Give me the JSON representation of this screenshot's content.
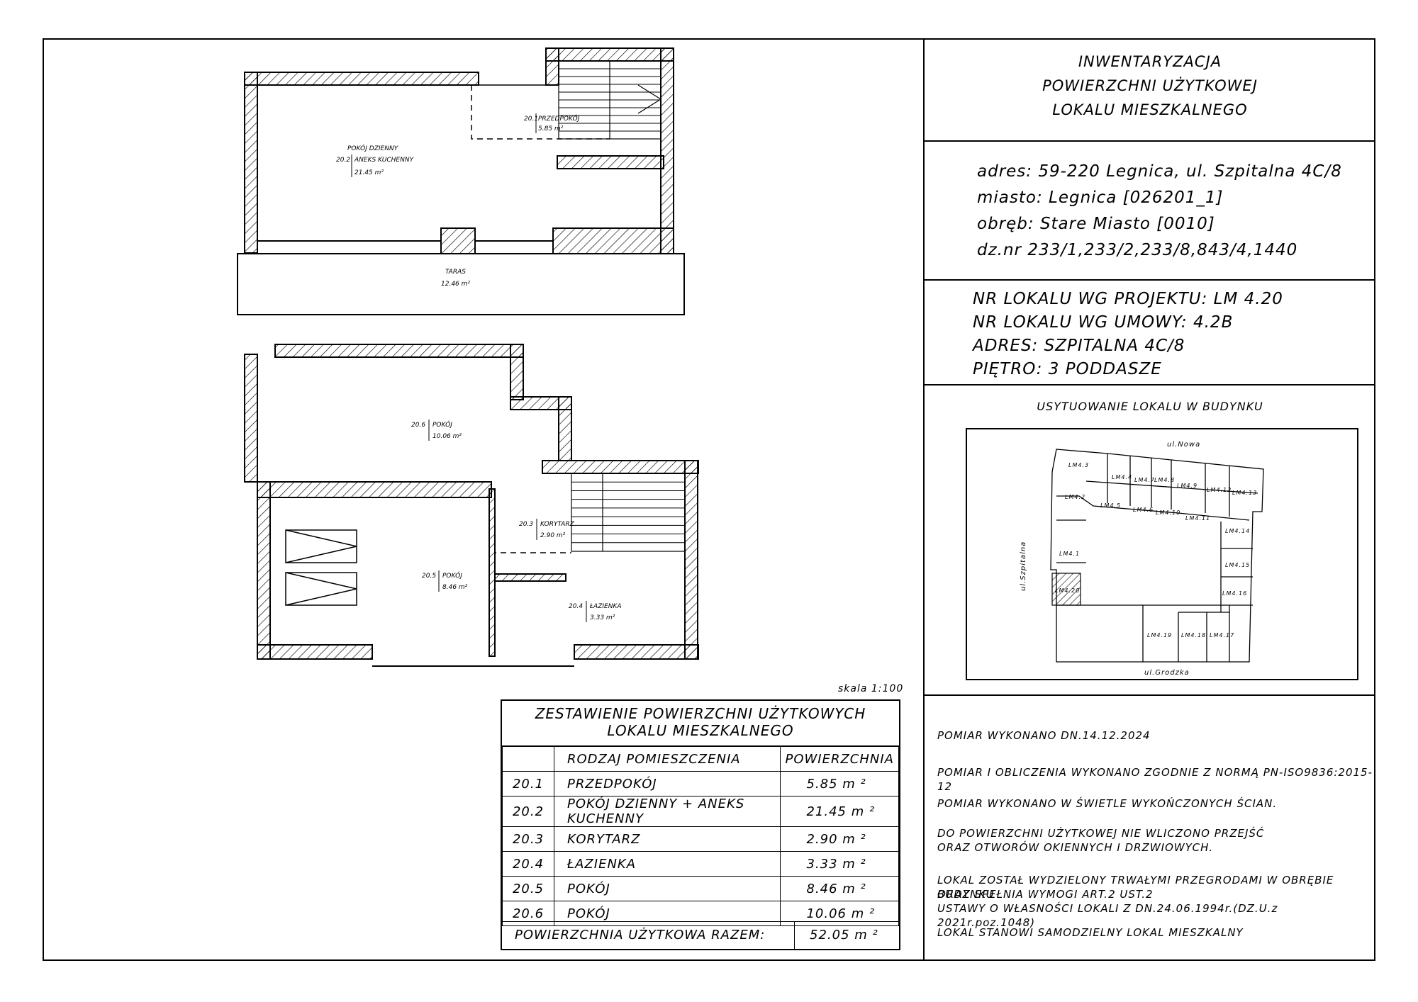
{
  "title_block": {
    "lines": [
      "INWENTARYZACJA",
      "POWIERZCHNI UŻYTKOWEJ",
      "LOKALU MIESZKALNEGO"
    ]
  },
  "address": {
    "adres": "adres: 59-220 Legnica, ul. Szpitalna 4C/8",
    "miasto": "miasto: Legnica [026201_1]",
    "obreb": "obręb: Stare Miasto [0010]",
    "dz": "dz.nr 233/1,233/2,233/8,843/4,1440"
  },
  "lokal": {
    "projekt": "NR LOKALU WG PROJEKTU: LM 4.20",
    "umowa": "NR LOKALU WG UMOWY: 4.2B",
    "adres": "ADRES: SZPITALNA 4C/8",
    "pietro": "PIĘTRO: 3 PODDASZE"
  },
  "site_plan": {
    "title": "USYTUOWANIE LOKALU W BUDYNKU",
    "streets": [
      "ul.Nowa",
      "ul.Szpitalna",
      "ul.Grodzka"
    ],
    "units": [
      "LM4.3",
      "LM4.4",
      "LM4.7",
      "LM4.8",
      "LM4.9",
      "LM4.12",
      "LM4.13",
      "LM4.2",
      "LM4.5",
      "LM4.6",
      "LM4.10",
      "LM4.11",
      "LM4.14",
      "LM4.1",
      "LM4.15",
      "LM4.20",
      "LM4.16",
      "LM4.19",
      "LM4.18",
      "LM4.17"
    ]
  },
  "notes": {
    "n1": "POMIAR WYKONANO DN.14.12.2024",
    "n2": "POMIAR I OBLICZENIA WYKONANO ZGODNIE Z NORMĄ PN-ISO9836:2015-12",
    "n3": "POMIAR WYKONANO W ŚWIETLE WYKOŃCZONYCH ŚCIAN.",
    "n4a": "DO POWIERZCHNI UŻYTKOWEJ NIE WLICZONO PRZEJŚĆ",
    "n4b": "ORAZ OTWORÓW OKIENNYCH I DRZWIOWYCH.",
    "n5a": "LOKAL ZOSTAŁ WYDZIELONY TRWAŁYMI PRZEGRODAMI W OBRĘBIE BUDYNKU",
    "n5b": "ORAZ SPEŁNIA WYMOGI ART.2 UST.2",
    "n5c": "USTAWY O WŁASNOŚCI LOKALI Z DN.24.06.1994r.(DZ.U.z 2021r.poz.1048)",
    "n6": "LOKAL STANOWI SAMODZIELNY LOKAL MIESZKALNY"
  },
  "plan": {
    "scale": "skala 1:100",
    "rooms": [
      {
        "no": "20.1",
        "name": "PRZEDPOKÓJ",
        "area": "5.85 m²"
      },
      {
        "no": "20.2",
        "name": "POKÓJ DZIENNY",
        "name2": "ANEKS KUCHENNY",
        "area": "21.45 m²"
      },
      {
        "no": "20.3",
        "name": "KORYTARZ",
        "area": "2.90 m²"
      },
      {
        "no": "20.4",
        "name": "ŁAZIENKA",
        "area": "3.33 m²"
      },
      {
        "no": "20.5",
        "name": "POKÓJ",
        "area": "8.46 m²"
      },
      {
        "no": "20.6",
        "name": "POKÓJ",
        "area": "10.06 m²"
      }
    ],
    "taras": {
      "name": "TARAS",
      "area": "12.46 m²"
    }
  },
  "summary": {
    "title1": "ZESTAWIENIE POWIERZCHNI UŻYTKOWYCH",
    "title2": "LOKALU MIESZKALNEGO",
    "col_type": "RODZAJ POMIESZCZENIA",
    "col_area": "POWIERZCHNIA",
    "rows": [
      {
        "no": "20.1",
        "name": "PRZEDPOKÓJ",
        "area": "5.85 m ²"
      },
      {
        "no": "20.2",
        "name": "POKÓJ DZIENNY + ANEKS KUCHENNY",
        "area": "21.45 m ²"
      },
      {
        "no": "20.3",
        "name": "KORYTARZ",
        "area": "2.90 m ²"
      },
      {
        "no": "20.4",
        "name": "ŁAZIENKA",
        "area": "3.33 m ²"
      },
      {
        "no": "20.5",
        "name": "POKÓJ",
        "area": "8.46 m ²"
      },
      {
        "no": "20.6",
        "name": "POKÓJ",
        "area": "10.06 m ²"
      }
    ],
    "total_label": "POWIERZCHNIA UŻYTKOWA RAZEM:",
    "total_value": "52.05 m ²"
  }
}
